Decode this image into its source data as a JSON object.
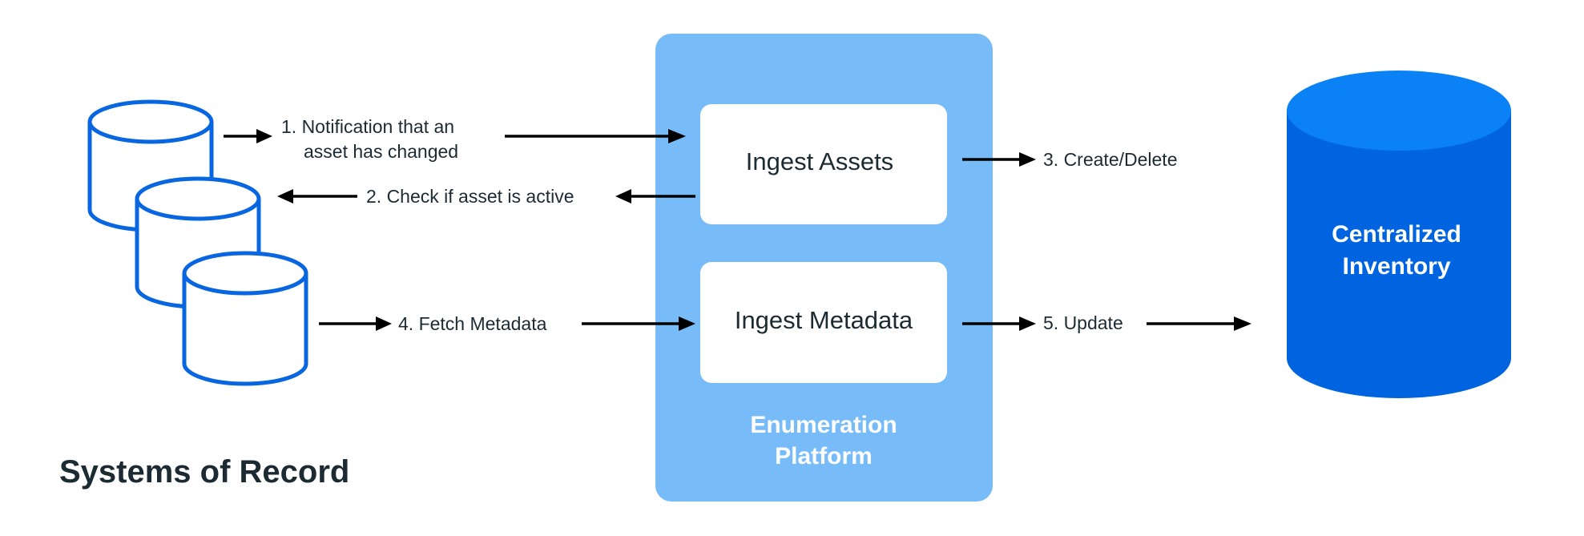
{
  "systems_of_record": {
    "title": "Systems of Record"
  },
  "platform": {
    "label_line1": "Enumeration",
    "label_line2": "Platform",
    "ingest_assets": "Ingest Assets",
    "ingest_metadata": "Ingest Metadata"
  },
  "inventory": {
    "label_line1": "Centralized",
    "label_line2": "Inventory"
  },
  "flows": {
    "step1_line1": "1. Notification that an",
    "step1_line2": "asset has changed",
    "step2": "2. Check if asset is active",
    "step3": "3. Create/Delete",
    "step4": "4. Fetch Metadata",
    "step5": "5. Update"
  },
  "colors": {
    "database_outline": "#0866e0",
    "platform_panel": "#77bcf9",
    "inventory_body": "#0064e0",
    "inventory_top": "#0a82f5",
    "text_dark": "#1c2b33"
  }
}
